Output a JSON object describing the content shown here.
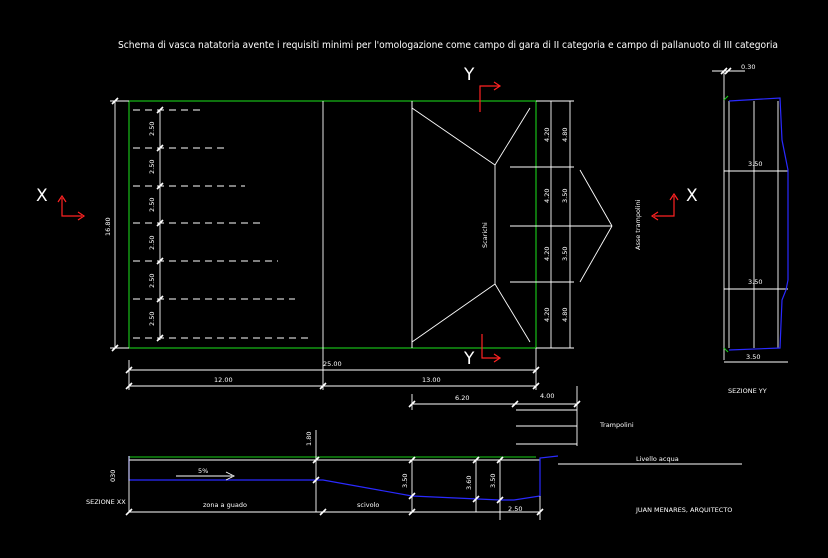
{
  "title": "Schema di vasca natatoria avente i requisiti minimi per l'omologazione come campo di gara di II categoria e campo di pallanuoto di III categoria",
  "axis_labels": {
    "x": "X",
    "y": "Y"
  },
  "plan": {
    "width_dim": "16.80",
    "lane_dims": [
      "2.50",
      "2.50",
      "2.50",
      "2.50",
      "2.50",
      "2.50"
    ],
    "length_dim": "25.00",
    "segment_dims": [
      "12.00",
      "13.00"
    ],
    "dive_dim": "6.20",
    "board_dim": "4.00",
    "right_dims_inner": [
      "4.20",
      "4.20",
      "4.20",
      "4.20"
    ],
    "right_dims_outer": [
      "4.80",
      "3.50",
      "3.50",
      "4.80"
    ],
    "label_scarichi": "Scarichi",
    "label_asse": "Asse trampolini"
  },
  "section_yy": {
    "label": "SEZIONE YY",
    "top_dim": "0.30",
    "dims": [
      "3.50",
      "3.50",
      "3.50"
    ]
  },
  "section_xx": {
    "label": "SEZIONE XX",
    "slope": "5%",
    "dims": {
      "left_height": "030",
      "depth_1": "1.80",
      "depth_2": "3.50",
      "depth_3": "3.60",
      "depth_4": "3.50",
      "bottom": "2.50"
    },
    "zone_guado": "zona a guado",
    "zone_scivolo": "scivolo",
    "label_trampolini": "Trampolini",
    "label_livello": "Livello acqua"
  },
  "author": "JUAN MENARES, ARQUITECTO",
  "colors": {
    "background": "#000000",
    "outline": "#19d019",
    "arrows": "#ff2222",
    "section": "#2a2aff",
    "lines": "#ffffff"
  }
}
